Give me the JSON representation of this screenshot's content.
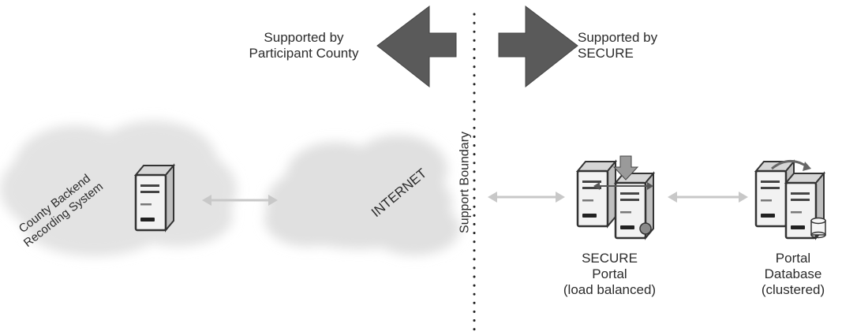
{
  "header": {
    "left_label": [
      "Supported by",
      "Participant County"
    ],
    "right_label": [
      "Supported by",
      "SECURE"
    ]
  },
  "boundary": {
    "label": "Support Boundary"
  },
  "nodes": {
    "county": {
      "label": [
        "County Backend",
        "Recording System"
      ]
    },
    "internet": {
      "label": "INTERNET"
    },
    "portal": {
      "label": [
        "SECURE",
        "Portal",
        "(load balanced)"
      ]
    },
    "database": {
      "label": [
        "Portal",
        "Database",
        "(clustered)"
      ]
    }
  },
  "colors": {
    "arrow_fill": "#5a5a5a",
    "cloud_fill": "#e6e6e6",
    "connector": "#c8c8c8",
    "server_body": "#f2f2f2",
    "server_edge": "#333333",
    "boundary_dots": "#222222"
  }
}
